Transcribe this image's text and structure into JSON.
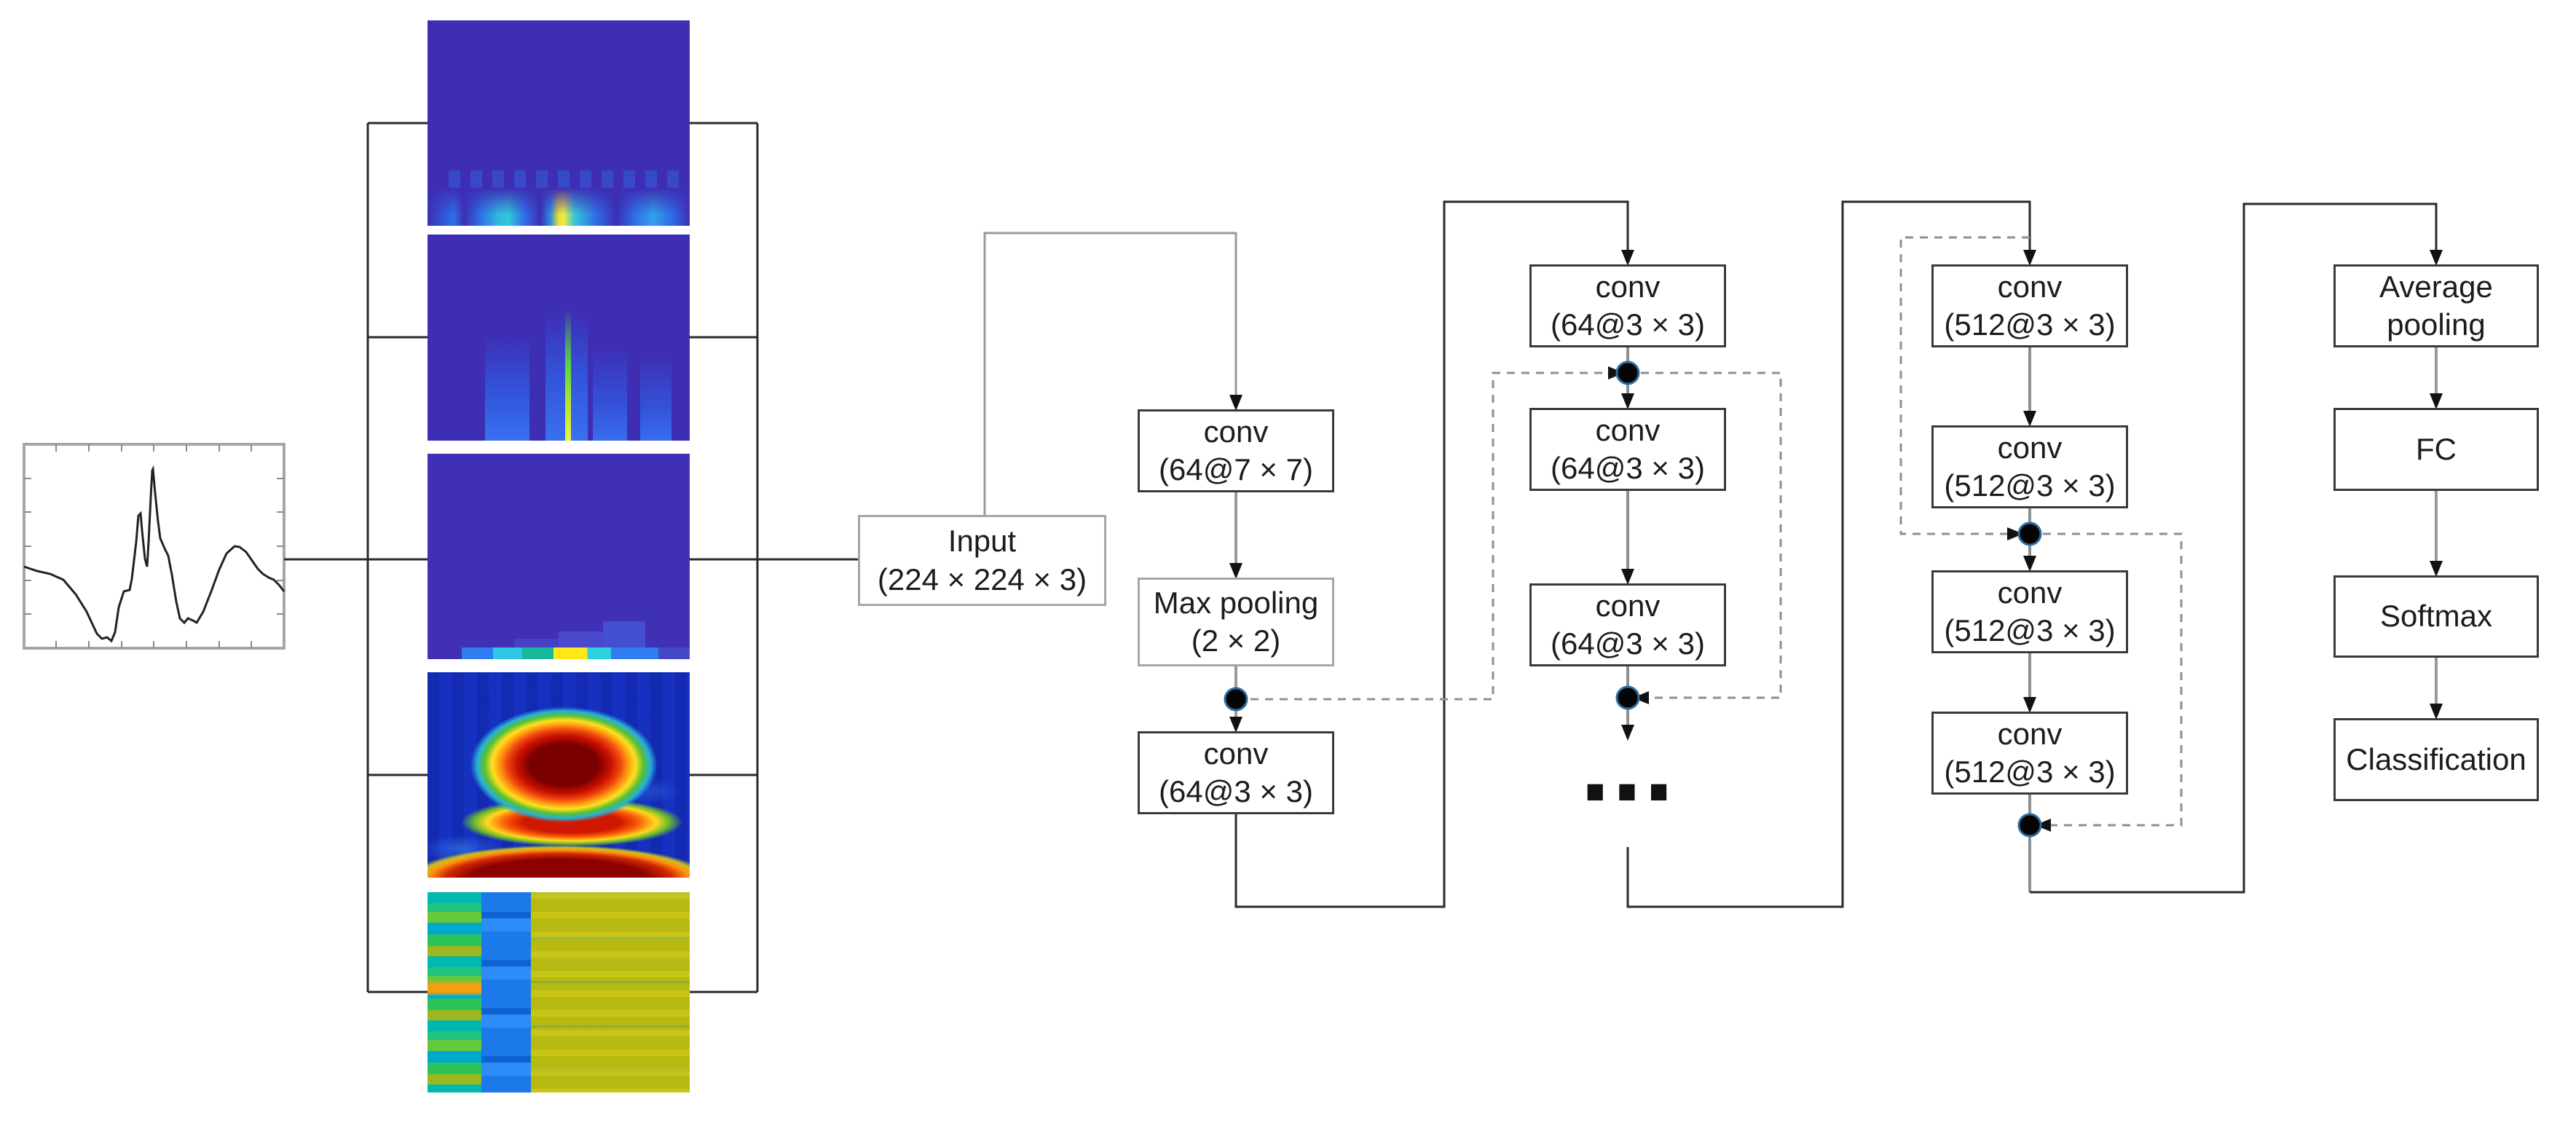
{
  "colors": {
    "panel_indigo": "#3d2eb3",
    "scalogram_blue": "#1630c0",
    "feature_olive": "#b6ba12",
    "line_dark": "#2a2a2a",
    "line_gray": "#9a9a9a",
    "dashed_gray": "#8f8f8f",
    "box_border_dark": "#3a3a3a",
    "box_border_light": "#a6a6a6",
    "junction_dot": "#050505"
  },
  "network": {
    "input_box": {
      "line1": "Input",
      "line2": "(224 × 224 × 3)"
    },
    "stage1": [
      {
        "line1": "conv",
        "line2": "(64@7 × 7)"
      },
      {
        "line1": "Max pooling",
        "line2": "(2 × 2)"
      },
      {
        "line1": "conv",
        "line2": "(64@3 × 3)"
      }
    ],
    "stage2": [
      {
        "line1": "conv",
        "line2": "(64@3 × 3)"
      },
      {
        "line1": "conv",
        "line2": "(64@3 × 3)"
      },
      {
        "line1": "conv",
        "line2": "(64@3 × 3)"
      }
    ],
    "ellipsis": "...",
    "stage3": [
      {
        "line1": "conv",
        "line2": "(512@3 × 3)"
      },
      {
        "line1": "conv",
        "line2": "(512@3 × 3)"
      },
      {
        "line1": "conv",
        "line2": "(512@3 × 3)"
      },
      {
        "line1": "conv",
        "line2": "(512@3 × 3)"
      }
    ],
    "head": [
      {
        "label": "Average pooling"
      },
      {
        "label": "FC"
      },
      {
        "label": "Softmax"
      },
      {
        "label": "Classification"
      }
    ]
  }
}
